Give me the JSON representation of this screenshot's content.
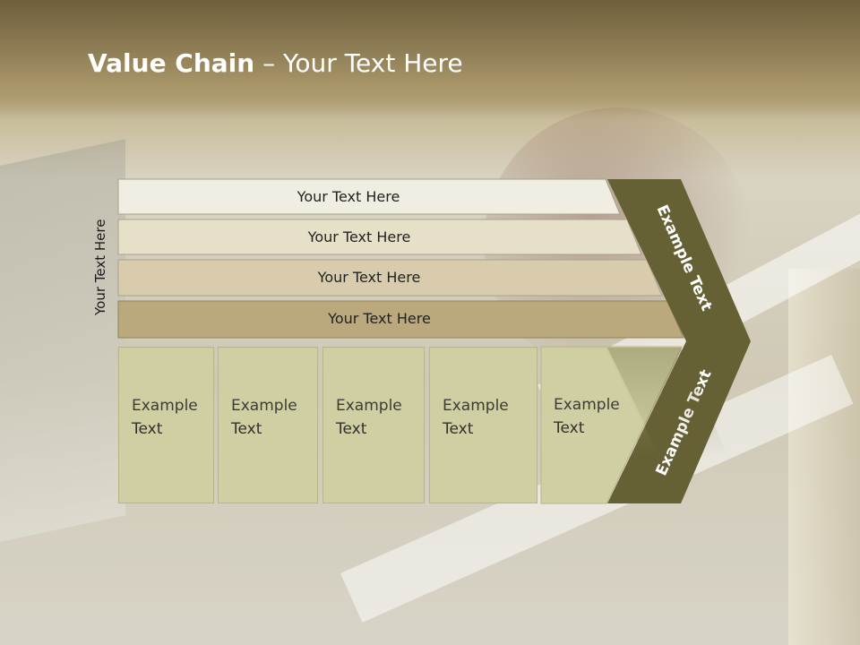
{
  "slide": {
    "title_bold": "Value Chain",
    "title_rest": " – Your Text Here",
    "side_label": "Your Text Here",
    "bars": [
      {
        "label": "Your Text Here"
      },
      {
        "label": "Your Text Here"
      },
      {
        "label": "Your Text Here"
      },
      {
        "label": "Your Text Here"
      }
    ],
    "columns": [
      {
        "label": "Example\nText"
      },
      {
        "label": "Example\nText"
      },
      {
        "label": "Example\nText"
      },
      {
        "label": "Example\nText"
      },
      {
        "label": "Example\nText"
      }
    ],
    "chevron_upper_label": "Example Text",
    "chevron_lower_label": "Example Text",
    "colors": {
      "bar1": "#f0eee2",
      "bar2": "#e6e0c9",
      "bar3": "#d8ccad",
      "bar4": "#bba97d",
      "column": "#cfcfa3",
      "chevron": "#666134"
    }
  }
}
